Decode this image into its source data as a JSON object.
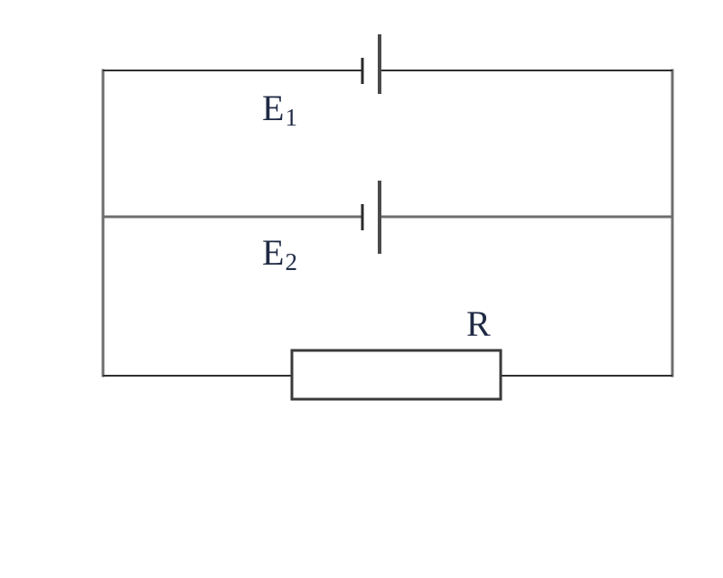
{
  "labels": {
    "e1": {
      "main": "E",
      "sub": "1"
    },
    "e2": {
      "main": "E",
      "sub": "2"
    },
    "r": "R"
  },
  "colors": {
    "wire": "#6e6e6e",
    "text": "#1f2a44"
  }
}
